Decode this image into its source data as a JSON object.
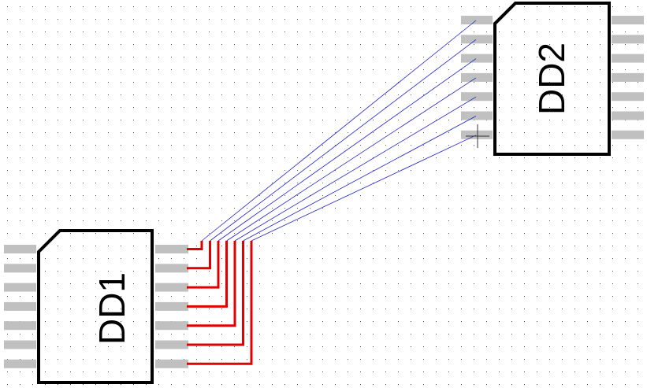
{
  "diagram": {
    "colors": {
      "background": "#ffffff",
      "grid_dot": "#555555",
      "body_outline": "#000000",
      "pad": "#c0c0c0",
      "track": "#e00000",
      "ratsnest": "#2020c8",
      "cursor": "#333333"
    },
    "components": [
      {
        "ref": "DD1",
        "pins_per_side": 7
      },
      {
        "ref": "DD2",
        "pins_per_side": 7
      }
    ],
    "connections": 7
  }
}
